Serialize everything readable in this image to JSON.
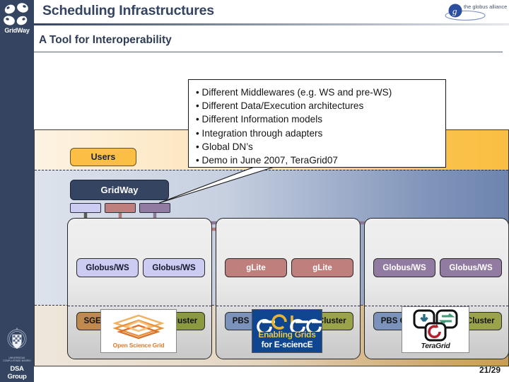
{
  "header": {
    "title": "Scheduling Infrastructures",
    "subtitle": "A Tool for Interoperability",
    "brand_logo_label": "GridWay",
    "partner_logo_label": "the globus alliance"
  },
  "footer": {
    "org_label": "DSA Group",
    "org_seal_text": "UNIVERSIDAD COMPLUTENSE MADRID",
    "page": "21/29"
  },
  "callout": {
    "bullets": [
      "Different Middlewares (e.g. WS and pre-WS)",
      "Different Data/Execution architectures",
      "Different Information models",
      "Integration through adapters",
      "Global DN’s",
      "Demo in June 2007, TeraGrid07"
    ]
  },
  "diagram": {
    "users_box": "Users",
    "gridway_box": "GridWay",
    "adapters": [
      {
        "label": "",
        "color": "#ccccf2"
      },
      {
        "label": "",
        "color": "#bf7f7c"
      },
      {
        "label": "",
        "color": "#927ba0"
      }
    ],
    "panels": [
      {
        "name": "osg",
        "middleware": [
          "Globus/WS",
          "Globus/WS"
        ],
        "clusters": [
          "SGE Cluster",
          "PBS Cluster"
        ],
        "logo_text": "Open Science Grid",
        "arrow_color": "#5a5a5a"
      },
      {
        "name": "egee",
        "middleware": [
          "gLite",
          "gLite"
        ],
        "clusters": [
          "PBS Cluster",
          "SGE Cluster"
        ],
        "logo_line1": "Enabling Grids",
        "logo_line2": "for E-sciencE",
        "logo_word": "egee",
        "arrow_color": "#b07b78"
      },
      {
        "name": "teragrid",
        "middleware": [
          "Globus/WS",
          "Globus/WS"
        ],
        "clusters": [
          "PBS Cluster",
          "SGE Cluster"
        ],
        "logo_text": "TeraGrid",
        "arrow_color": "#8d7799"
      }
    ],
    "colors": {
      "users_band": "#fbc34d",
      "grid_band": "#8296bb",
      "resource_band": "#cfa86c",
      "gridway_navy": "#344461"
    }
  }
}
